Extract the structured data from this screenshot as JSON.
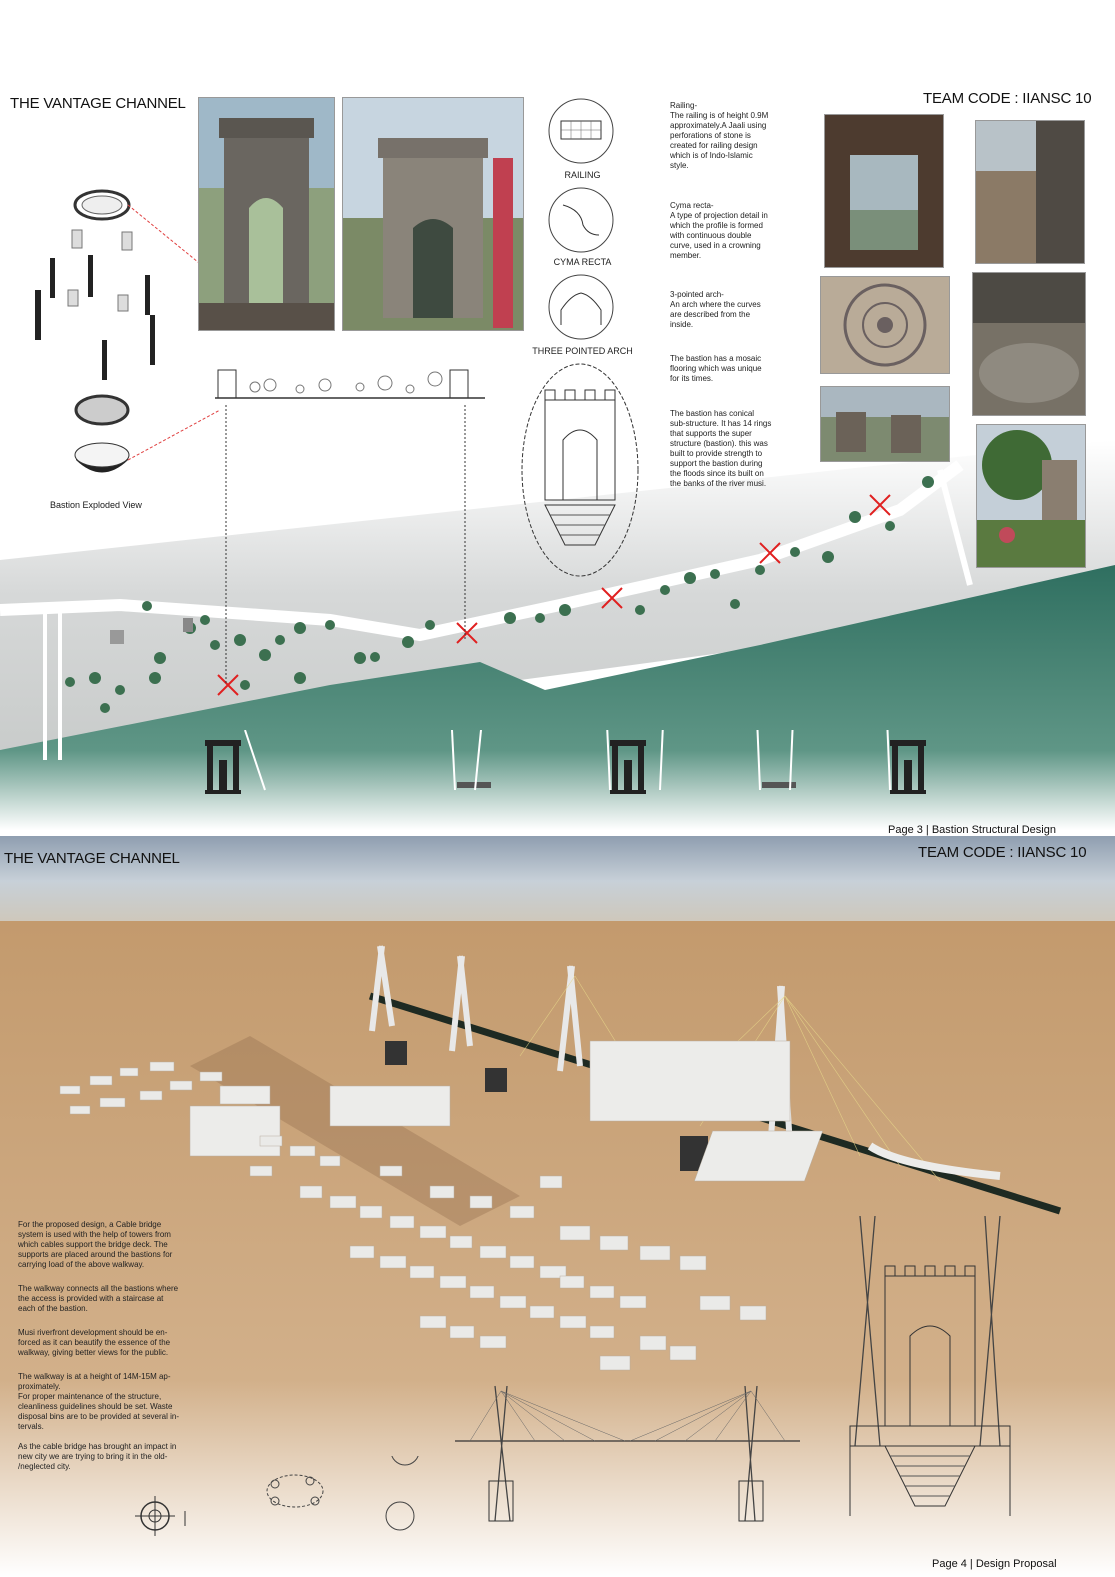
{
  "page3": {
    "title": "THE VANTAGE CHANNEL",
    "team_code": "TEAM CODE : IIANSC 10",
    "exploded_view_label": "Bastion Exploded View",
    "detail_labels": [
      "RAILING",
      "CYMA RECTA",
      "THREE POINTED ARCH"
    ],
    "notes": [
      "Railing-\nThe railing is of height 0.9M\napproximately.A Jaali using\nperforations of stone is\ncreated for railing design\nwhich is of Indo-Islamic\nstyle.",
      "Cyma recta-\nA type of projection detail in\nwhich the profile is formed\nwith continuous double\ncurve, used in a crowning\nmember.",
      "3-pointed arch-\nAn arch where the curves\nare described from the\ninside.",
      "The bastion has a mosaic\nflooring which was unique\nfor its times.",
      "The bastion has conical\nsub-structure. It has 14 rings\nthat supports the super\nstructure (bastion). this was\nbuilt to provide strength to\nsupport the bastion during\nthe floods since its built on\nthe banks of the river musi."
    ],
    "footer": "Page 3 | Bastion Structural Design"
  },
  "page4": {
    "title": "THE VANTAGE CHANNEL",
    "team_code": "TEAM CODE : IIANSC 10",
    "paragraphs": [
      "For the proposed design, a Cable bridge\nsystem is used with the help of towers from\nwhich cables support the bridge deck. The\nsupports are placed around the bastions for\ncarrying load of the above walkway.",
      "The walkway connects all the bastions where\nthe access is provided with a staircase at\neach of the bastion.",
      "Musi riverfront development should be en-\nforced as it can beautify the essence of the\nwalkway, giving better views for the public.",
      "The walkway is at a height of 14M-15M ap-\nproximately.\nFor proper maintenance of the structure,\ncleanliness guidelines should be set. Waste\ndisposal bins are to be provided at several in-\ntervals.",
      "As the cable bridge has brought an impact in\nnew city we are trying to bring it in the old-\n/neglected city."
    ],
    "footer": "Page 4 | Design Proposal"
  },
  "colors": {
    "river": "#2f6f60",
    "tree": "#3c7050",
    "sand": "#c9a37a",
    "cross": "#e02020"
  }
}
